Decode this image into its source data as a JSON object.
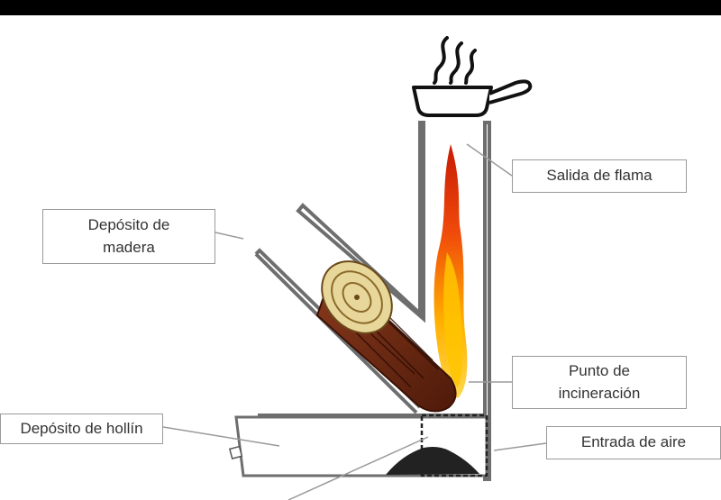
{
  "labels": {
    "flame_exit": "Salida de flama",
    "wood_deposit": "Depósito de\nmadera",
    "incineration_point": "Punto de\nincineración",
    "soot_deposit": "Depósito de hollín",
    "air_inlet": "Entrada de aire"
  },
  "colors": {
    "top_bar": "#000000",
    "stove_outline": "#6e6e6e",
    "log_bark": "#6b2a14",
    "log_end": "#e8d79a",
    "flame_outer": "#d81e05",
    "flame_inner": "#ffc400",
    "ash": "#222222"
  },
  "icons": {
    "pan": "frying-pan-icon",
    "steam": "steam-icon",
    "flame": "flame-icon",
    "log": "log-icon",
    "ash": "ash-pile-icon"
  }
}
